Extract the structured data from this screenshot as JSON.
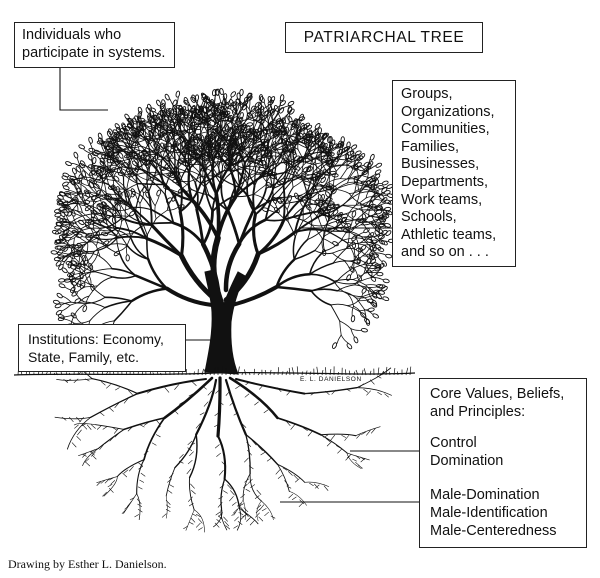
{
  "title": "PATRIARCHAL TREE",
  "individuals": {
    "lines": [
      "Individuals who",
      "participate in systems."
    ]
  },
  "groups": {
    "lines": [
      "Groups,",
      "Organizations,",
      "Communities,",
      "Families,",
      "Businesses,",
      "Departments,",
      "Work teams,",
      "Schools,",
      "Athletic teams,",
      "and so on . . ."
    ]
  },
  "institutions": {
    "lines": [
      "Institutions: Economy,",
      "State, Family, etc."
    ]
  },
  "core": {
    "heading": [
      "Core Values, Beliefs,",
      "and Principles:"
    ],
    "group1": [
      "Control",
      "Domination"
    ],
    "group2": [
      "Male-Domination",
      "Male-Identification",
      "Male-Centeredness"
    ]
  },
  "artist_signature": "E. L. DANIELSON",
  "credit": "Drawing by Esther L. Danielson."
}
